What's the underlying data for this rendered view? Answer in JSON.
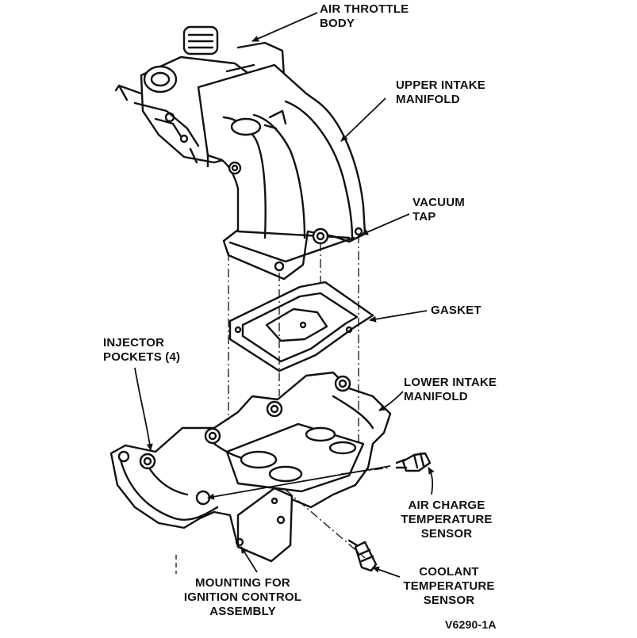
{
  "labels": {
    "air_throttle_body": [
      "AIR THROTTLE",
      "BODY"
    ],
    "upper_intake_manifold": [
      "UPPER INTAKE",
      "MANIFOLD"
    ],
    "vacuum_tap": [
      "VACUUM",
      "TAP"
    ],
    "gasket": [
      "GASKET"
    ],
    "injector_pockets": [
      "INJECTOR",
      "POCKETS (4)"
    ],
    "lower_intake_manifold": [
      "LOWER INTAKE",
      "MANIFOLD"
    ],
    "air_charge_temperature_sensor": [
      "AIR",
      "CHARGE",
      "TEMPERATURE",
      "SENSOR"
    ],
    "coolant_temperature_sensor": [
      "COOLANT",
      "TEMPERATURE",
      "SENSOR"
    ],
    "mounting_ignition_control": [
      "MOUNTING FOR",
      "IGNITION CONTROL",
      "ASSEMBLY"
    ]
  },
  "figure_code": "V6290-1A"
}
